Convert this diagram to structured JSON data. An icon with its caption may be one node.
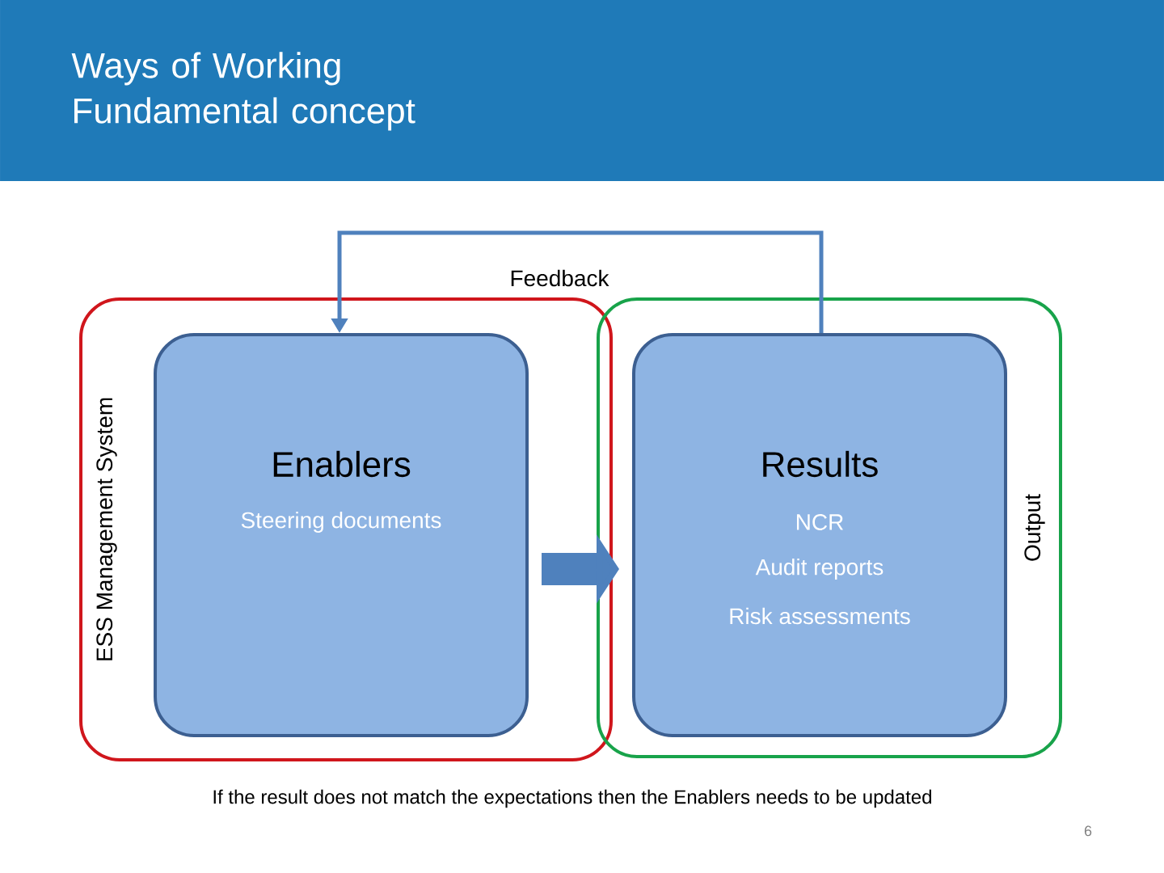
{
  "diagram": {
    "title": "Ways of Working Fundamental concept",
    "nodes": [
      {
        "text": [
          "ESS Management System"
        ]
      },
      {
        "text": [
          "Enablers",
          "Steering documents"
        ],
        "in": 0
      },
      {
        "text": [
          "Output"
        ]
      },
      {
        "text": [
          "Results",
          "NCR",
          "Audit reports",
          "Risk assessments"
        ],
        "in": 2
      }
    ],
    "edges": [
      {
        "from": 3,
        "to": 1,
        "arrow": "to",
        "label": "Feedback"
      },
      {
        "from": 1,
        "to": 3,
        "arrow": "to",
        "style": "thick"
      }
    ],
    "labels": [
      "If the result does not match the expectations then the Enablers needs to be updated",
      "6"
    ]
  }
}
